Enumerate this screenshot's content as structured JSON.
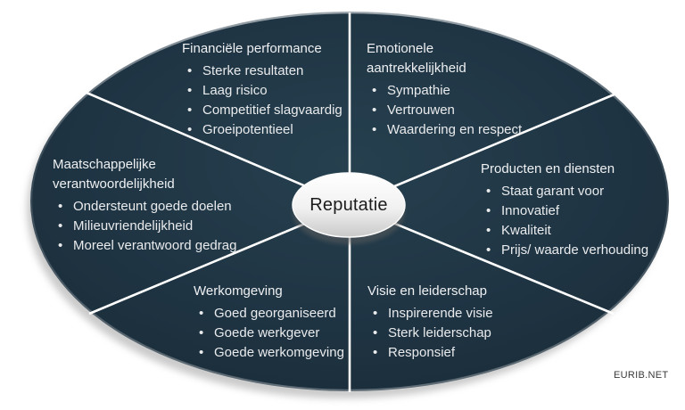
{
  "center": {
    "label": "Reputatie"
  },
  "watermark": "EURIB.NET",
  "colors": {
    "wheel_fill": "#1e3342",
    "wheel_fill_edge": "#1b2d3a",
    "divider": "#ffffff",
    "sector_text": "#e9ebed",
    "center_fill_top": "#ffffff",
    "center_fill_bottom": "#c9c9c9",
    "center_text": "#1c1c1c",
    "drop_shadow": "#a0a0a0"
  },
  "sections": [
    {
      "id": "financiele-performance",
      "heading": "Financiële performance",
      "items": [
        "Sterke resultaten",
        "Laag risico",
        "Competitief slagvaardig",
        "Groeipotentieel"
      ]
    },
    {
      "id": "emotionele-aantrekkelijkheid",
      "heading": "Emotionele aantrekkelijkheid",
      "items": [
        "Sympathie",
        "Vertrouwen",
        "Waardering en respect"
      ]
    },
    {
      "id": "producten-en-diensten",
      "heading": "Producten en diensten",
      "items": [
        "Staat garant voor",
        "Innovatief",
        "Kwaliteit",
        "Prijs/ waarde verhouding"
      ]
    },
    {
      "id": "visie-en-leiderschap",
      "heading": "Visie en leiderschap",
      "items": [
        "Inspirerende visie",
        "Sterk leiderschap",
        "Responsief"
      ]
    },
    {
      "id": "werkomgeving",
      "heading": "Werkomgeving",
      "items": [
        "Goed georganiseerd",
        "Goede werkgever",
        "Goede werkomgeving"
      ]
    },
    {
      "id": "maatschappelijke-verantwoordelijkheid",
      "heading": "Maatschappelijke verantwoordelijkheid",
      "items": [
        "Ondersteunt goede doelen",
        "Milieuvriendelijkheid",
        "Moreel verantwoord gedrag"
      ]
    }
  ]
}
